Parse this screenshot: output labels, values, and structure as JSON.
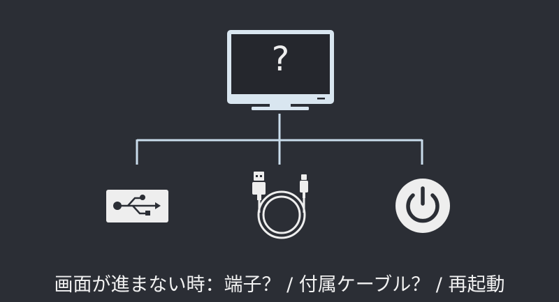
{
  "diagram": {
    "root": {
      "label": "?",
      "icon": "monitor-question-icon"
    },
    "children": [
      {
        "icon": "usb-port-icon",
        "meaning": "端子"
      },
      {
        "icon": "usb-cable-icon",
        "meaning": "付属ケーブル"
      },
      {
        "icon": "power-icon",
        "meaning": "再起動"
      }
    ],
    "colors": {
      "background": "#2b2e35",
      "line": "#c9dceb",
      "icon_fill": "#eeeeee",
      "monitor": "#d9e6f0"
    }
  },
  "caption": "画面が進まない時：端子？ / 付属ケーブル？ / 再起動"
}
